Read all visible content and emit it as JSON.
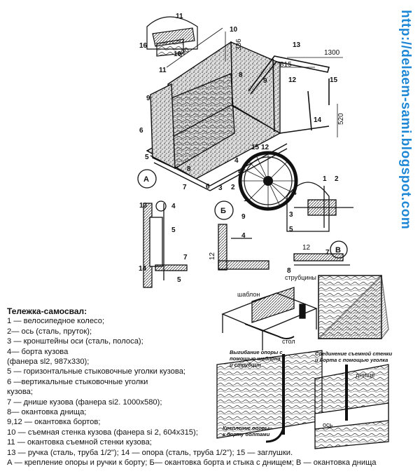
{
  "site_url": "http://delaem-sami.blogspot.com",
  "labels": {
    "dim_990": "990",
    "dim_336": "336",
    "dim_1300": "1300",
    "dim_815": "815",
    "dim_520": "520",
    "dim_12a": "12",
    "dim_12b": "12",
    "n1": "1",
    "n2": "2",
    "n3": "3",
    "n4": "4",
    "n5": "5",
    "n6": "6",
    "n7": "7",
    "n8": "8",
    "n9": "9",
    "n10": "10",
    "n11": "11",
    "n12": "12",
    "n13": "13",
    "n14": "14",
    "n15": "15",
    "n16": "16",
    "detail_a": "А",
    "detail_b": "Б",
    "detail_v": "В",
    "strubtsiny": "струбцины",
    "shablon": "шаблон",
    "stol": "стол",
    "dnishche": "днище",
    "os": "ось",
    "caption_bend": "Выгибание опоры с помощью шаблона и струбцин",
    "caption_join": "Соединение съемной стенки и борта с помощью уголка",
    "caption_mount": "Крепление опоры к борту болтами"
  },
  "legend": {
    "title": "Тележка-самосвал:",
    "items": [
      "1 — велосипедное колесо;",
      "2— ось (сталь, пруток);",
      "3 — кронштейны оси (сталь, полоса);",
      "4— борта кузова",
      "(фанера sl2, 987x330);",
      "5 — горизонтальные стыковочные уголки кузова;",
      "6 —вертикальные стыковочные уголки",
      "кузова;",
      "7 — днише кузова (фанера si2. 1000x580);",
      "8— окантовка днища;",
      "9,12 — окантовка бортов;",
      "10 — съемная стенка кузова (фанера si 2, 604x315);",
      "11 — окантовка съемной стенки кузова;",
      "13 — ручка (сталь, труба 1/2\"); 14 — опора (сталь, труба 1/2\"); 15 — заглушки.",
      "А — крепление опоры и ручки к борту; Б— окантовка борта и стыка с днищем; В — окантовка днища"
    ]
  }
}
